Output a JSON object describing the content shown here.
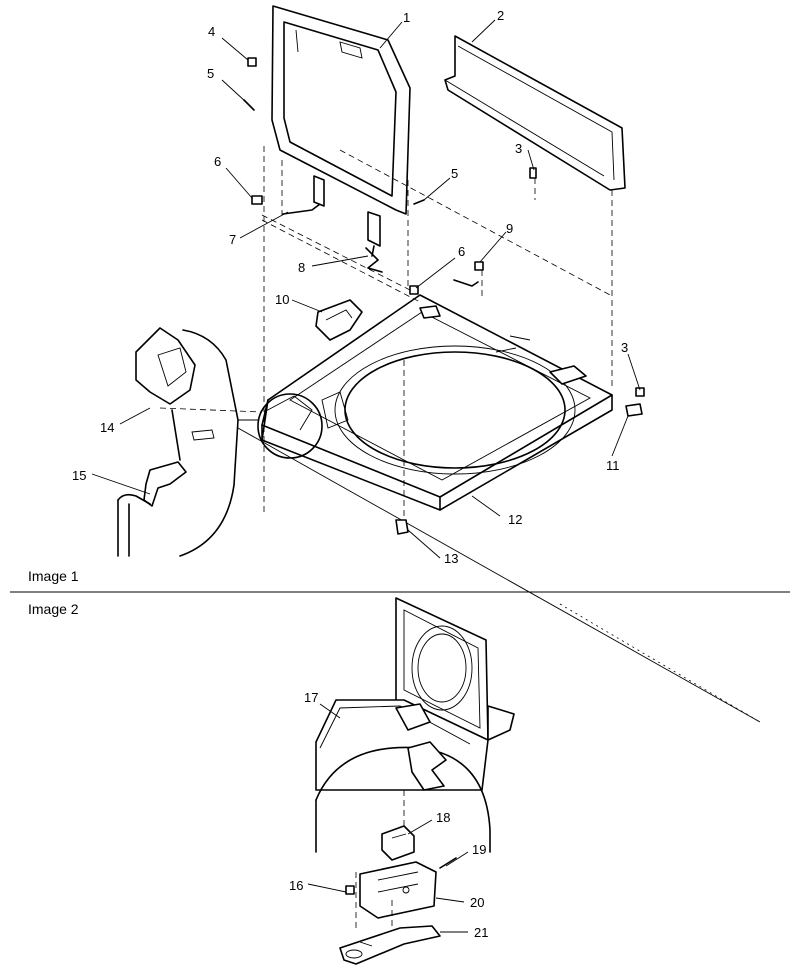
{
  "captions": {
    "image1": "Image 1",
    "image2": "Image 2"
  },
  "callouts": {
    "c1": "1",
    "c2": "2",
    "c3a": "3",
    "c3b": "3",
    "c4": "4",
    "c5a": "5",
    "c5b": "5",
    "c6a": "6",
    "c6b": "6",
    "c7": "7",
    "c8": "8",
    "c9": "9",
    "c10": "10",
    "c11": "11",
    "c12": "12",
    "c13": "13",
    "c14": "14",
    "c15": "15",
    "c16": "16",
    "c17": "17",
    "c18": "18",
    "c19": "19",
    "c20": "20",
    "c21": "21"
  }
}
